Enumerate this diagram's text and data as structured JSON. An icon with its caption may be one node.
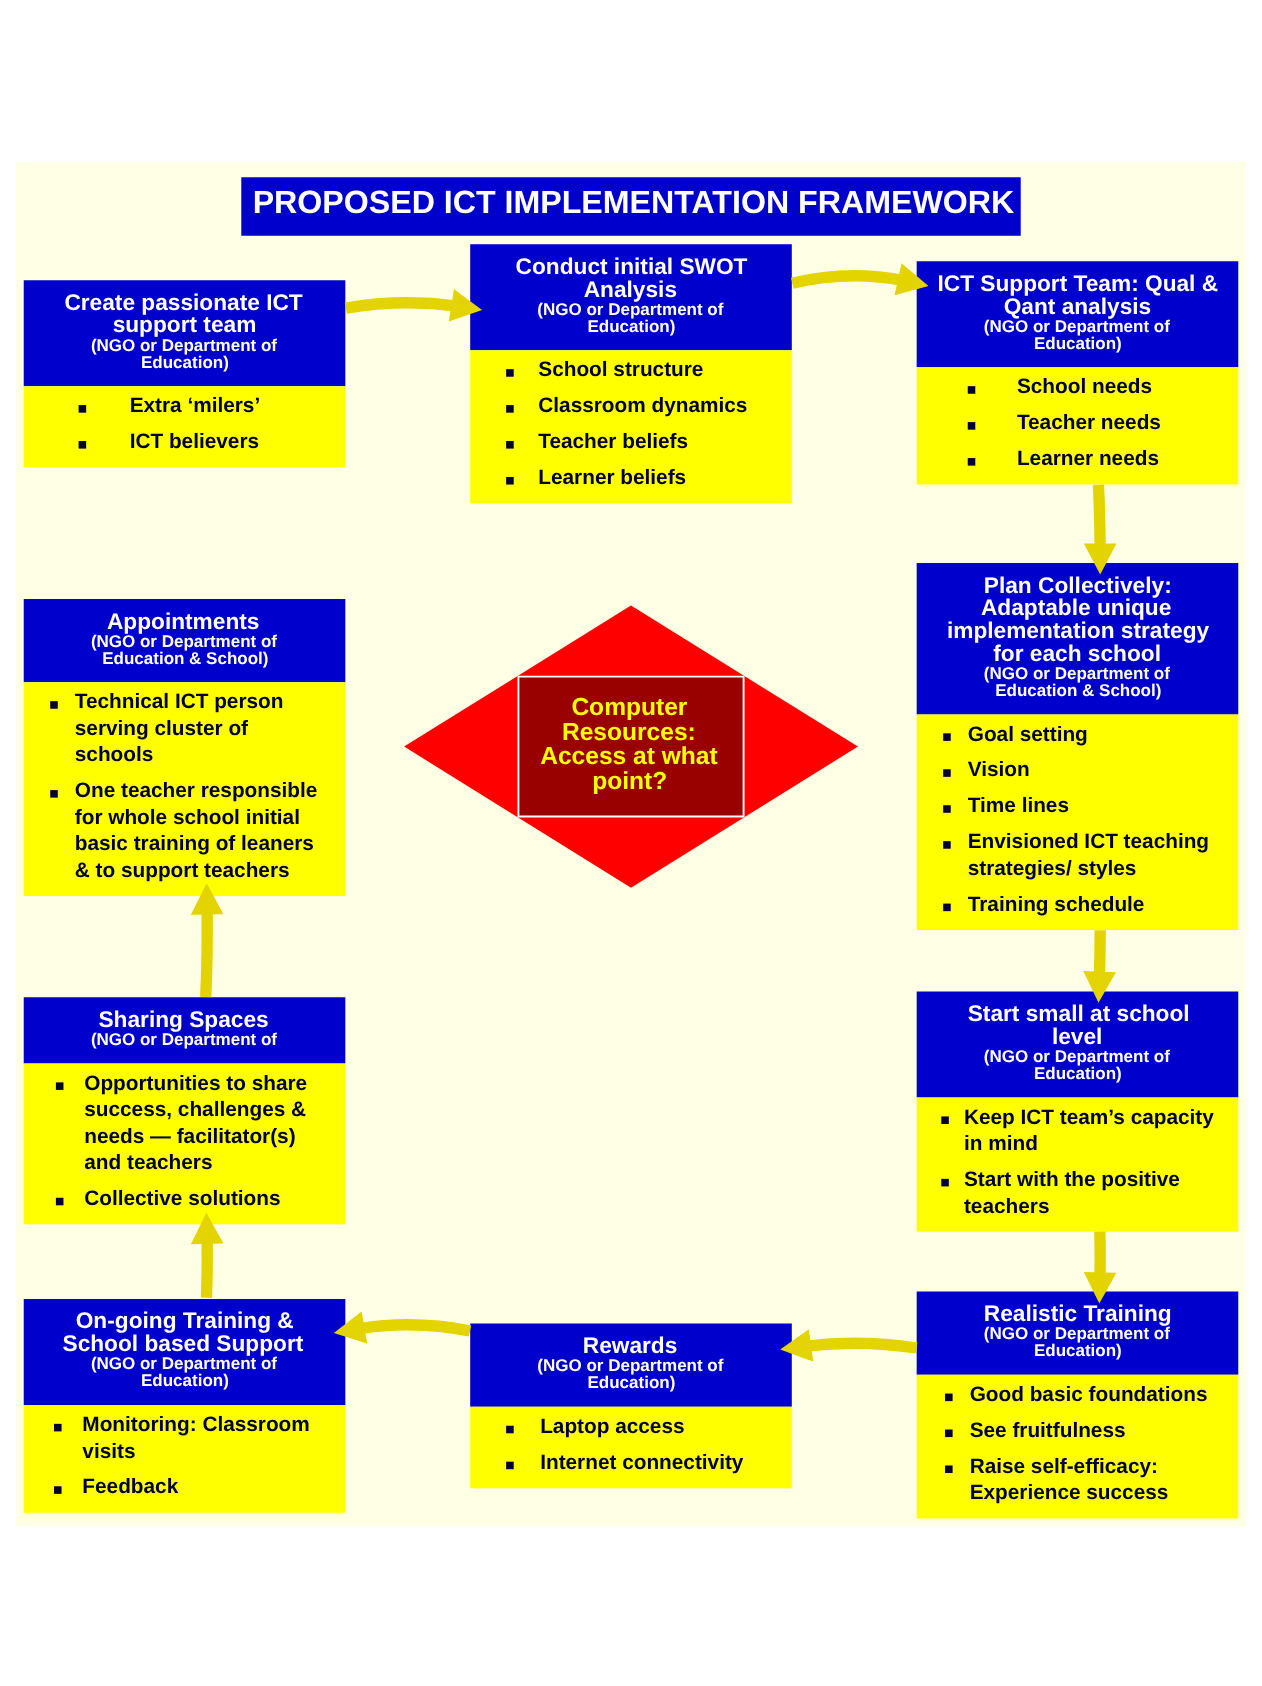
{
  "diagram": {
    "title": "PROPOSED ICT IMPLEMENTATION FRAMEWORK",
    "nodes": [
      {
        "text": [
          "Create passionate ICT support team",
          "(NGO or Department of Education)",
          "Extra ‘milers’",
          "ICT believers"
        ]
      },
      {
        "text": [
          "Conduct initial SWOT Analysis",
          "(NGO or Department of Education)",
          "School structure",
          "Classroom dynamics",
          "Teacher beliefs",
          "Learner beliefs"
        ]
      },
      {
        "text": [
          "ICT Support Team: Qual & Qant analysis",
          "(NGO or Department of Education)",
          "School needs",
          "Teacher needs",
          "Learner needs"
        ]
      },
      {
        "text": [
          "Appointments",
          "(NGO or Department of Education & School)",
          "Technical ICT person serving cluster of schools",
          "One teacher responsible for whole school initial basic training of leaners & to support teachers"
        ]
      },
      {
        "text": [
          "Computer Resources: Access at what point?"
        ]
      },
      {
        "text": [
          "Plan Collectively: Adaptable unique implementation strategy for each school",
          "(NGO or Department of Education & School)",
          "Goal setting",
          "Vision",
          "Time lines",
          "Envisioned ICT teaching strategies/ styles",
          "Training schedule"
        ]
      },
      {
        "text": [
          "Sharing Spaces",
          "(NGO or Department of",
          "Opportunities to share success, challenges & needs — facilitator(s) and teachers",
          "Collective solutions"
        ]
      },
      {
        "text": [
          "Start small at school level",
          "(NGO or Department of Education)",
          "Keep ICT team’s capacity in mind",
          "Start with the positive teachers"
        ]
      },
      {
        "text": [
          "On-going Training & School based Support",
          "(NGO or Department of Education)",
          "Monitoring: Classroom visits",
          "Feedback"
        ]
      },
      {
        "text": [
          "Rewards",
          "(NGO or Department of Education)",
          "Laptop access",
          "Internet connectivity"
        ]
      },
      {
        "text": [
          "Realistic Training",
          "(NGO or Department of Education)",
          "Good basic foundations",
          "See fruitfulness",
          "Raise self-efficacy: Experience success"
        ]
      }
    ],
    "edges": [
      {
        "from": 0,
        "to": 1,
        "arrow": "to"
      },
      {
        "from": 1,
        "to": 2,
        "arrow": "to"
      },
      {
        "from": 2,
        "to": 5,
        "arrow": "to"
      },
      {
        "from": 5,
        "to": 7,
        "arrow": "to"
      },
      {
        "from": 7,
        "to": 10,
        "arrow": "to"
      },
      {
        "from": 10,
        "to": 9,
        "arrow": "to"
      },
      {
        "from": 9,
        "to": 8,
        "arrow": "to"
      },
      {
        "from": 8,
        "to": 6,
        "arrow": "to"
      },
      {
        "from": 6,
        "to": 3,
        "arrow": "to"
      }
    ]
  }
}
